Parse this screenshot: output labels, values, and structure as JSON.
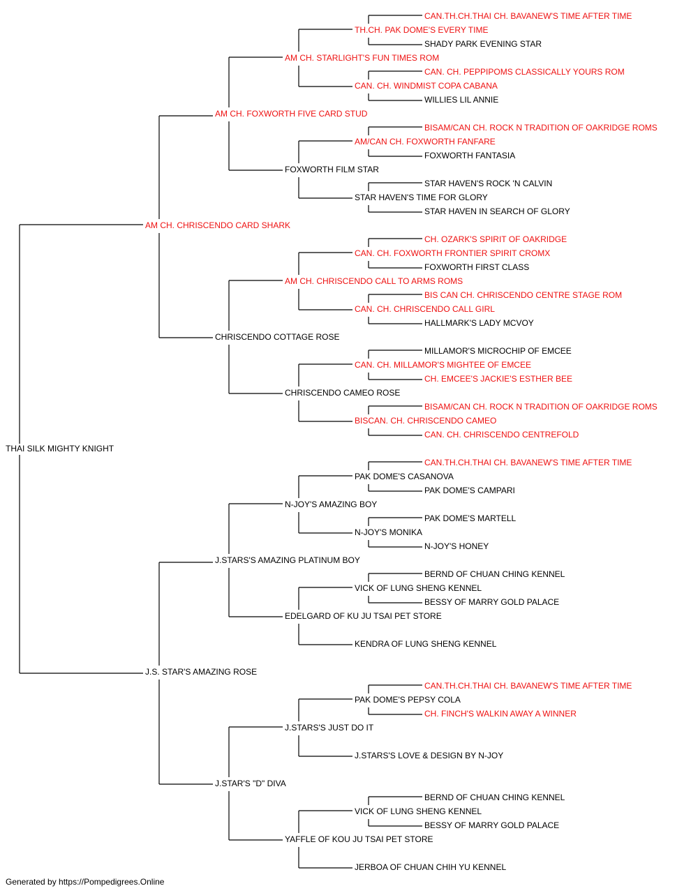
{
  "colors": {
    "champion": "#ee1111",
    "normal": "#000000",
    "line": "#000000"
  },
  "subject": {
    "name": "THAI SILK MIGHTY KNIGHT",
    "champion": false
  },
  "sire": {
    "name": "AM CH. CHRISCENDO CARD SHARK",
    "champion": true
  },
  "dam": {
    "name": "J.S. STAR'S AMAZING ROSE",
    "champion": false
  },
  "generation2": [
    {
      "name": "AM CH. FOXWORTH FIVE CARD STUD",
      "champion": true
    },
    {
      "name": "CHRISCENDO COTTAGE ROSE",
      "champion": false
    },
    {
      "name": "J.STARS'S AMAZING PLATINUM BOY",
      "champion": false
    },
    {
      "name": "J.STAR'S \"D\" DIVA",
      "champion": false
    }
  ],
  "generation3": [
    {
      "name": "AM CH. STARLIGHT'S FUN TIMES ROM",
      "champion": true
    },
    {
      "name": "FOXWORTH FILM STAR",
      "champion": false
    },
    {
      "name": "AM CH. CHRISCENDO CALL TO ARMS ROMS",
      "champion": true
    },
    {
      "name": "CHRISCENDO CAMEO ROSE",
      "champion": false
    },
    {
      "name": "N-JOY'S AMAZING BOY",
      "champion": false
    },
    {
      "name": "EDELGARD OF KU JU TSAI PET STORE",
      "champion": false
    },
    {
      "name": "J.STARS'S JUST DO IT",
      "champion": false
    },
    {
      "name": "YAFFLE OF KOU JU TSAI PET STORE",
      "champion": false
    }
  ],
  "generation4": [
    {
      "name": "TH.CH. PAK DOME'S EVERY TIME",
      "champion": true
    },
    {
      "name": "CAN. CH. WINDMIST COPA CABANA",
      "champion": true
    },
    {
      "name": "AM/CAN CH. FOXWORTH FANFARE",
      "champion": true
    },
    {
      "name": "STAR HAVEN'S TIME FOR GLORY",
      "champion": false
    },
    {
      "name": "CAN. CH. FOXWORTH FRONTIER SPIRIT CROMX",
      "champion": true
    },
    {
      "name": "CAN. CH. CHRISCENDO CALL GIRL",
      "champion": true
    },
    {
      "name": "CAN. CH. MILLAMOR'S MIGHTEE OF EMCEE",
      "champion": true
    },
    {
      "name": "BISCAN. CH. CHRISCENDO CAMEO",
      "champion": true
    },
    {
      "name": "PAK DOME'S CASANOVA",
      "champion": false
    },
    {
      "name": "N-JOY'S MONIKA",
      "champion": false
    },
    {
      "name": "VICK OF LUNG SHENG KENNEL",
      "champion": false
    },
    {
      "name": "KENDRA OF LUNG SHENG KENNEL",
      "champion": false
    },
    {
      "name": "PAK DOME'S PEPSY COLA",
      "champion": false
    },
    {
      "name": "J.STARS'S LOVE & DESIGN BY N-JOY",
      "champion": false
    },
    {
      "name": "VICK OF LUNG SHENG KENNEL",
      "champion": false
    },
    {
      "name": "JERBOA OF CHUAN CHIH YU KENNEL",
      "champion": false
    }
  ],
  "generation5": [
    {
      "name": "CAN.TH.CH.THAI CH. BAVANEW'S TIME AFTER TIME",
      "champion": true
    },
    {
      "name": "SHADY PARK EVENING STAR",
      "champion": false
    },
    {
      "name": "CAN. CH. PEPPIPOMS CLASSICALLY YOURS ROM",
      "champion": true
    },
    {
      "name": "WILLIES LIL ANNIE",
      "champion": false
    },
    {
      "name": "BISAM/CAN CH. ROCK N TRADITION OF OAKRIDGE ROMS",
      "champion": true
    },
    {
      "name": "FOXWORTH FANTASIA",
      "champion": false
    },
    {
      "name": "STAR HAVEN'S ROCK 'N CALVIN",
      "champion": false
    },
    {
      "name": "STAR HAVEN IN SEARCH OF GLORY",
      "champion": false
    },
    {
      "name": "CH. OZARK'S SPIRIT OF OAKRIDGE",
      "champion": true
    },
    {
      "name": "FOXWORTH FIRST CLASS",
      "champion": false
    },
    {
      "name": "BIS CAN CH. CHRISCENDO CENTRE STAGE ROM",
      "champion": true
    },
    {
      "name": "HALLMARK'S LADY MCVOY",
      "champion": false
    },
    {
      "name": "MILLAMOR'S MICROCHIP OF EMCEE",
      "champion": false
    },
    {
      "name": "CH. EMCEE'S JACKIE'S ESTHER BEE",
      "champion": true
    },
    {
      "name": "BISAM/CAN CH. ROCK N TRADITION OF OAKRIDGE ROMS",
      "champion": true
    },
    {
      "name": "CAN. CH. CHRISCENDO CENTREFOLD",
      "champion": true
    },
    {
      "name": "CAN.TH.CH.THAI CH. BAVANEW'S TIME AFTER TIME",
      "champion": true
    },
    {
      "name": "PAK DOME'S CAMPARI",
      "champion": false
    },
    {
      "name": "PAK DOME'S MARTELL",
      "champion": false
    },
    {
      "name": "N-JOY'S HONEY",
      "champion": false
    },
    {
      "name": "BERND OF CHUAN CHING KENNEL",
      "champion": false
    },
    {
      "name": "BESSY OF MARRY GOLD PALACE",
      "champion": false
    },
    null,
    null,
    {
      "name": "CAN.TH.CH.THAI CH. BAVANEW'S TIME AFTER TIME",
      "champion": true
    },
    {
      "name": "CH. FINCH'S WALKIN AWAY A WINNER",
      "champion": true
    },
    null,
    null,
    {
      "name": "BERND OF CHUAN CHING KENNEL",
      "champion": false
    },
    {
      "name": "BESSY OF MARRY GOLD PALACE",
      "champion": false
    },
    null,
    null
  ],
  "footer": "Generated by https://Pompedigrees.Online"
}
